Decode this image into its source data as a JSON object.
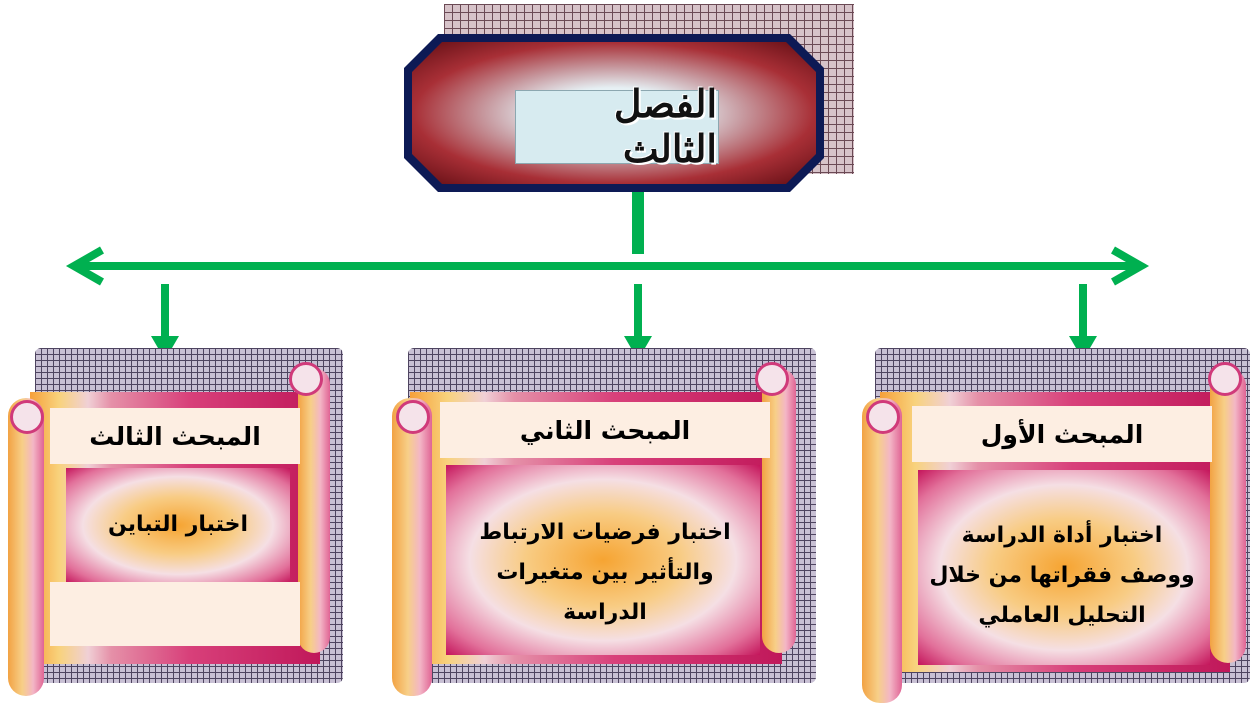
{
  "title": "الفصل الثالث",
  "sections": [
    {
      "heading": "المبحث الأول",
      "lines": [
        "اختبار أداة الدراسة",
        "ووصف فقراتها من خلال",
        "التحليل العاملي"
      ]
    },
    {
      "heading": "المبحث الثاني",
      "lines": [
        "اختبار فرضيات الارتباط",
        "والتأثير بين متغيرات",
        "الدراسة"
      ]
    },
    {
      "heading": "المبحث الثالث",
      "lines": [
        "اختبار التباين"
      ]
    }
  ],
  "colors": {
    "connector": "#00b050",
    "frame": "#0d1a55",
    "scroll_pink": "#c0185a",
    "scroll_orange": "#f6a432"
  }
}
